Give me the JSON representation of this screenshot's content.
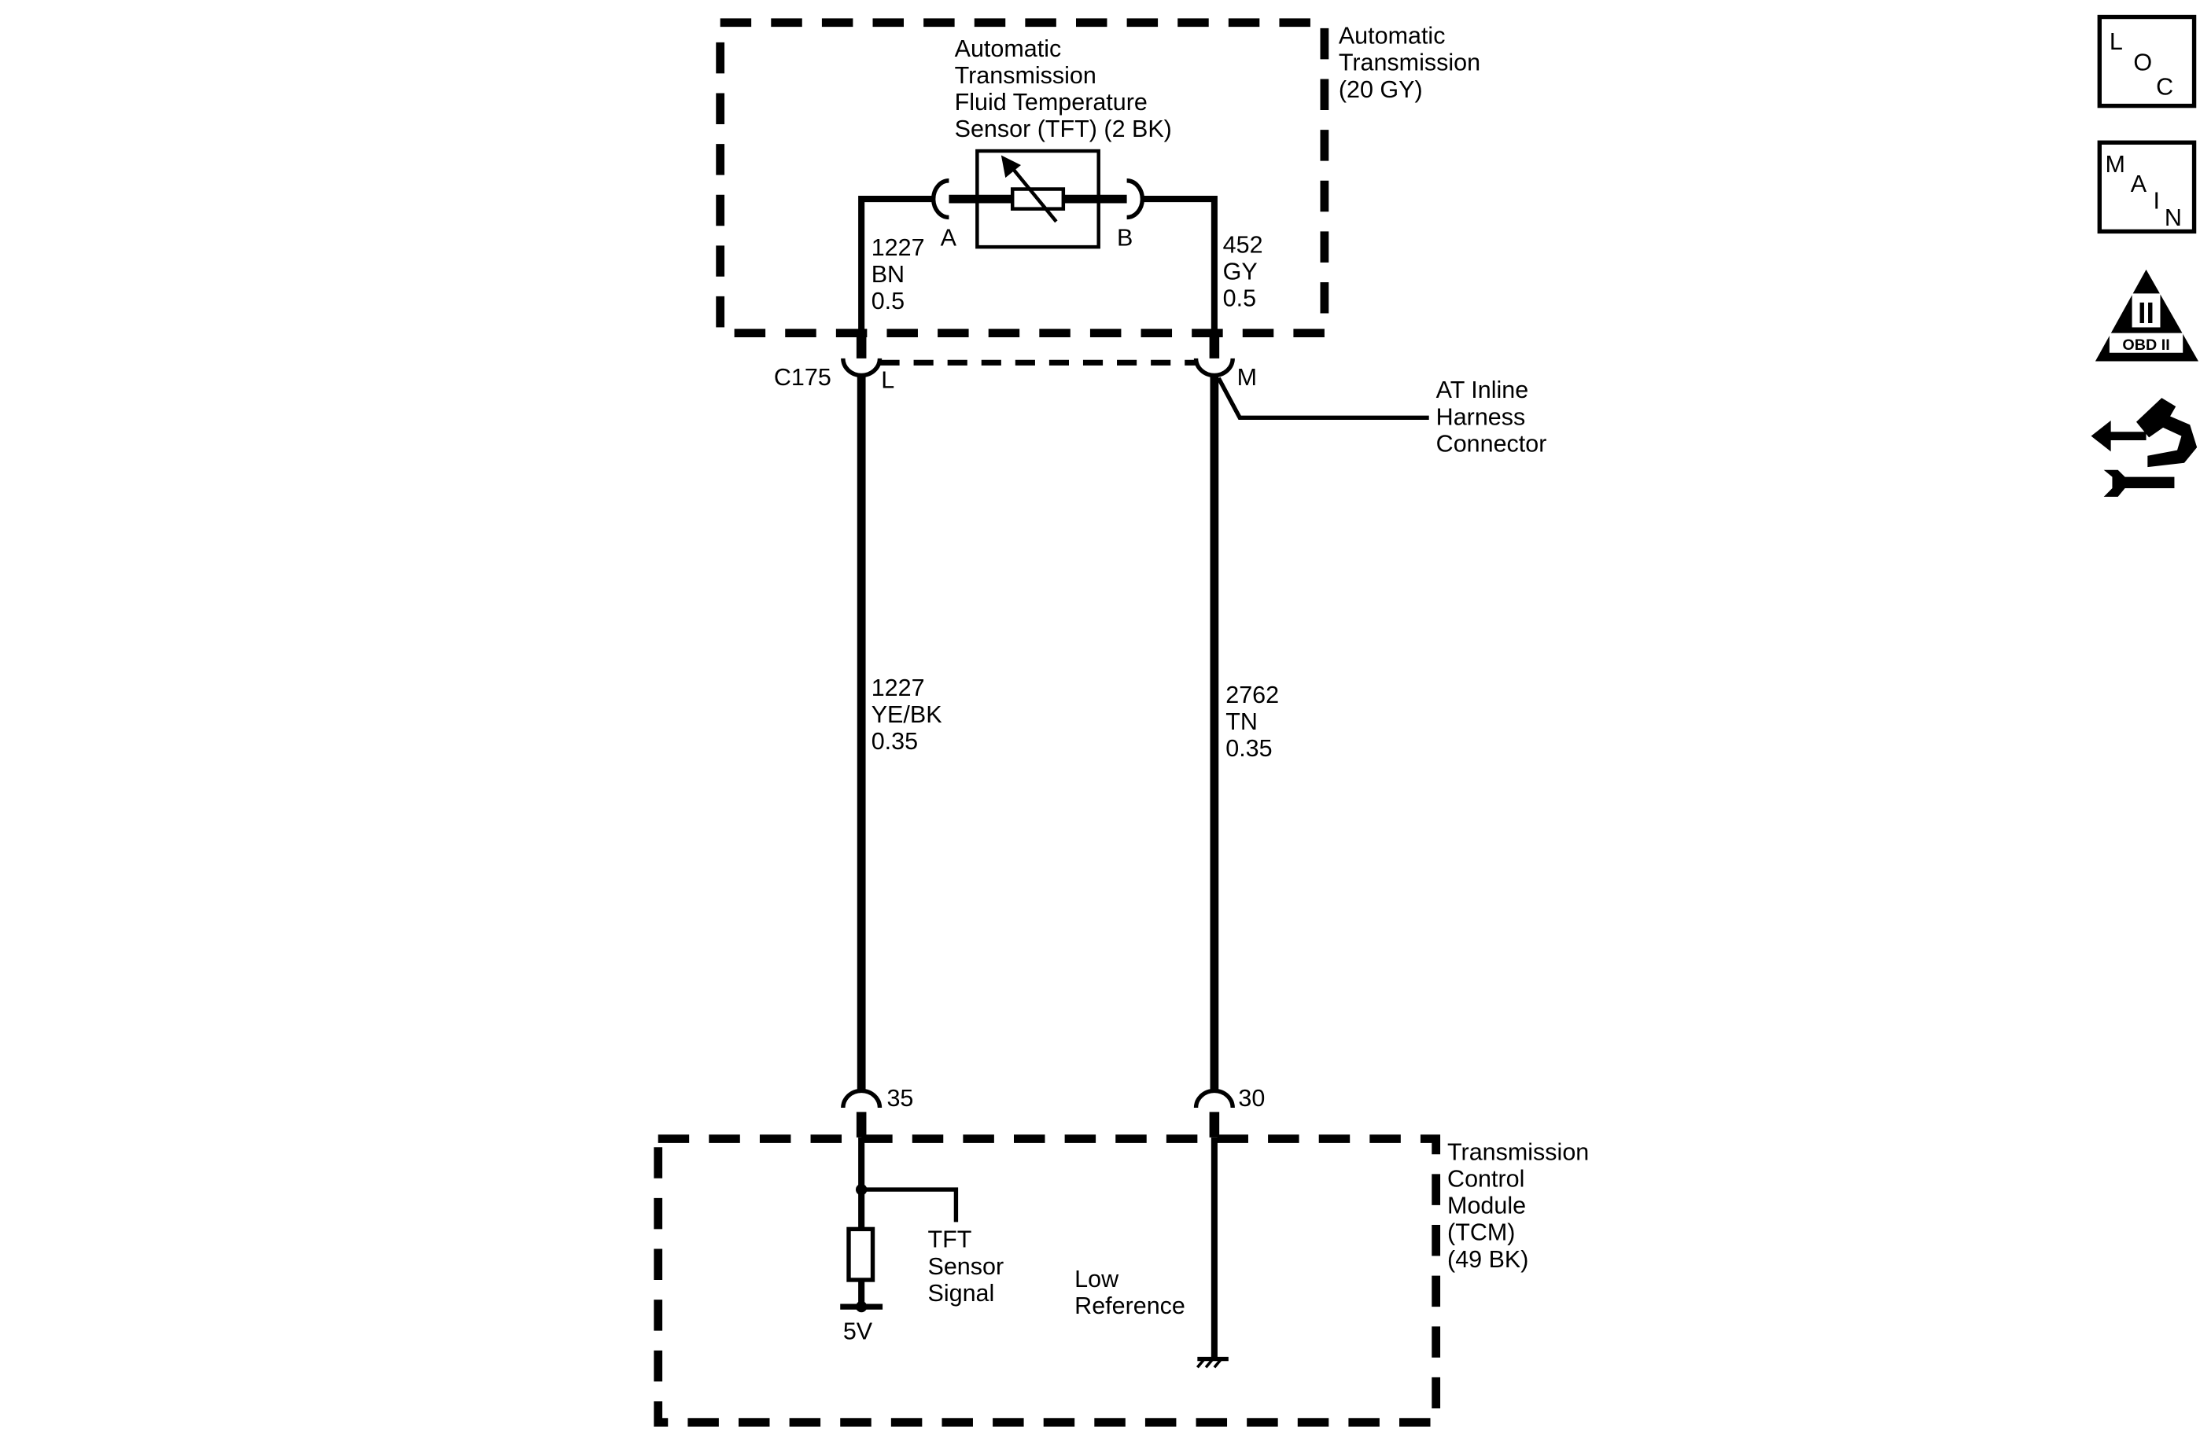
{
  "sensor_component": {
    "title_lines": [
      "Automatic",
      "Transmission",
      "Fluid Temperature",
      "Sensor (TFT) (2 BK)"
    ],
    "pin_a": "A",
    "pin_b": "B"
  },
  "transmission_box": {
    "label_lines": [
      "Automatic",
      "Transmission",
      "(20 GY)"
    ]
  },
  "wire_a_upper": {
    "circuit": "1227",
    "color": "BN",
    "gauge": "0.5"
  },
  "wire_b_upper": {
    "circuit": "452",
    "color": "GY",
    "gauge": "0.5"
  },
  "inline_connector": {
    "id": "C175",
    "pin_left": "L",
    "pin_right": "M",
    "label_lines": [
      "AT Inline",
      "Harness",
      "Connector"
    ]
  },
  "wire_a_lower": {
    "circuit": "1227",
    "color": "YE/BK",
    "gauge": "0.35"
  },
  "wire_b_lower": {
    "circuit": "2762",
    "color": "TN",
    "gauge": "0.35"
  },
  "tcm_pins": {
    "left": "35",
    "right": "30"
  },
  "tcm_box": {
    "label_lines": [
      "Transmission",
      "Control",
      "Module",
      "(TCM)",
      "(49 BK)"
    ]
  },
  "tcm_internal": {
    "signal_label_lines": [
      "TFT",
      "Sensor",
      "Signal"
    ],
    "supply_label": "5V",
    "low_ref_label_lines": [
      "Low",
      "Reference"
    ]
  },
  "side_icons": {
    "loc": [
      "L",
      "O",
      "C"
    ],
    "main": [
      "M",
      "A",
      "I",
      "N"
    ],
    "obd": {
      "roman": "II",
      "caption": "OBD II"
    }
  }
}
